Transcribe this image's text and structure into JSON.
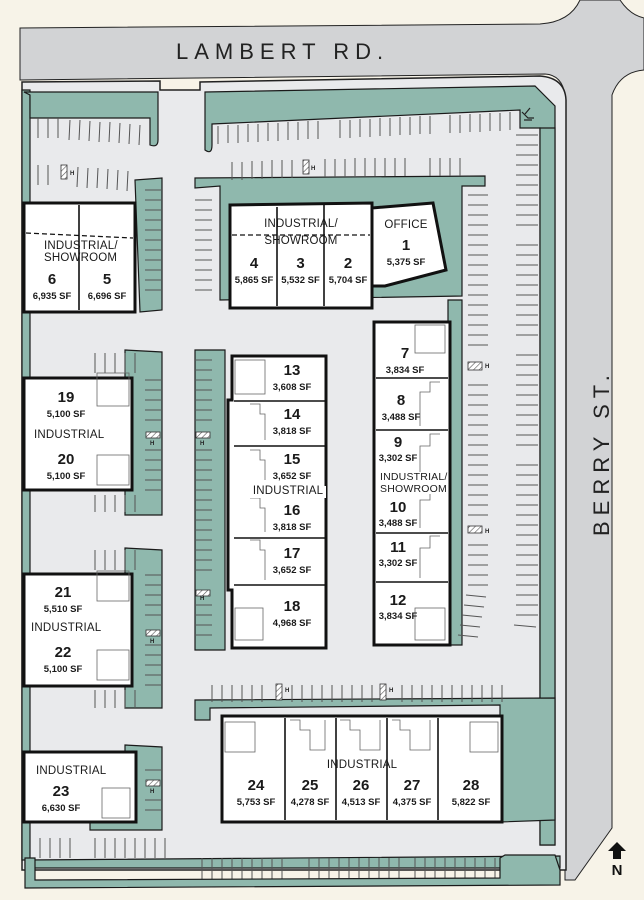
{
  "roads": {
    "lambert": "LAMBERT RD.",
    "berry": "BERRY ST."
  },
  "compass": {
    "label": "N",
    "icon": "north-arrow-icon"
  },
  "colors": {
    "background": "#f7f3e8",
    "road": "#d2d3d5",
    "parking": "#e9eaec",
    "landscape": "#8fb8ad",
    "building": "#ffffff",
    "outline": "#1a1a1a"
  },
  "buildings": [
    {
      "id": "bldg-nw",
      "use": "INDUSTRIAL/ SHOWROOM",
      "use_line1": "INDUSTRIAL/",
      "use_line2": "SHOWROOM",
      "units": [
        {
          "num": "6",
          "sf": "6,935 SF"
        },
        {
          "num": "5",
          "sf": "6,696 SF"
        }
      ]
    },
    {
      "id": "bldg-north",
      "use": "INDUSTRIAL/ SHOWROOM",
      "use_line1": "INDUSTRIAL/",
      "use_line2": "SHOWROOM",
      "units": [
        {
          "num": "4",
          "sf": "5,865 SF"
        },
        {
          "num": "3",
          "sf": "5,532 SF"
        },
        {
          "num": "2",
          "sf": "5,704 SF"
        }
      ]
    },
    {
      "id": "bldg-office",
      "use": "OFFICE",
      "units": [
        {
          "num": "1",
          "sf": "5,375 SF"
        }
      ]
    },
    {
      "id": "bldg-center-west",
      "use": "INDUSTRIAL",
      "units": [
        {
          "num": "13",
          "sf": "3,608 SF"
        },
        {
          "num": "14",
          "sf": "3,818 SF"
        },
        {
          "num": "15",
          "sf": "3,652 SF"
        },
        {
          "num": "16",
          "sf": "3,818 SF"
        },
        {
          "num": "17",
          "sf": "3,652 SF"
        },
        {
          "num": "18",
          "sf": "4,968 SF"
        }
      ]
    },
    {
      "id": "bldg-center-east",
      "use": "INDUSTRIAL/ SHOWROOM",
      "use_line1": "INDUSTRIAL/",
      "use_line2": "SHOWROOM",
      "units": [
        {
          "num": "7",
          "sf": "3,834 SF"
        },
        {
          "num": "8",
          "sf": "3,488 SF"
        },
        {
          "num": "9",
          "sf": "3,302 SF"
        },
        {
          "num": "10",
          "sf": "3,488 SF"
        },
        {
          "num": "11",
          "sf": "3,302 SF"
        },
        {
          "num": "12",
          "sf": "3,834 SF"
        }
      ]
    },
    {
      "id": "bldg-west-1",
      "use": "INDUSTRIAL",
      "units": [
        {
          "num": "19",
          "sf": "5,100 SF"
        },
        {
          "num": "20",
          "sf": "5,100 SF"
        }
      ]
    },
    {
      "id": "bldg-west-2",
      "use": "INDUSTRIAL",
      "units": [
        {
          "num": "21",
          "sf": "5,510 SF"
        },
        {
          "num": "22",
          "sf": "5,100 SF"
        }
      ]
    },
    {
      "id": "bldg-sw",
      "use": "INDUSTRIAL",
      "units": [
        {
          "num": "23",
          "sf": "6,630 SF"
        }
      ]
    },
    {
      "id": "bldg-south",
      "use": "INDUSTRIAL",
      "units": [
        {
          "num": "24",
          "sf": "5,753 SF"
        },
        {
          "num": "25",
          "sf": "4,278 SF"
        },
        {
          "num": "26",
          "sf": "4,513 SF"
        },
        {
          "num": "27",
          "sf": "4,375 SF"
        },
        {
          "num": "28",
          "sf": "5,822 SF"
        }
      ]
    }
  ],
  "symbols": {
    "handicap_label": "H",
    "accessible_icon": "wheelchair-icon"
  }
}
